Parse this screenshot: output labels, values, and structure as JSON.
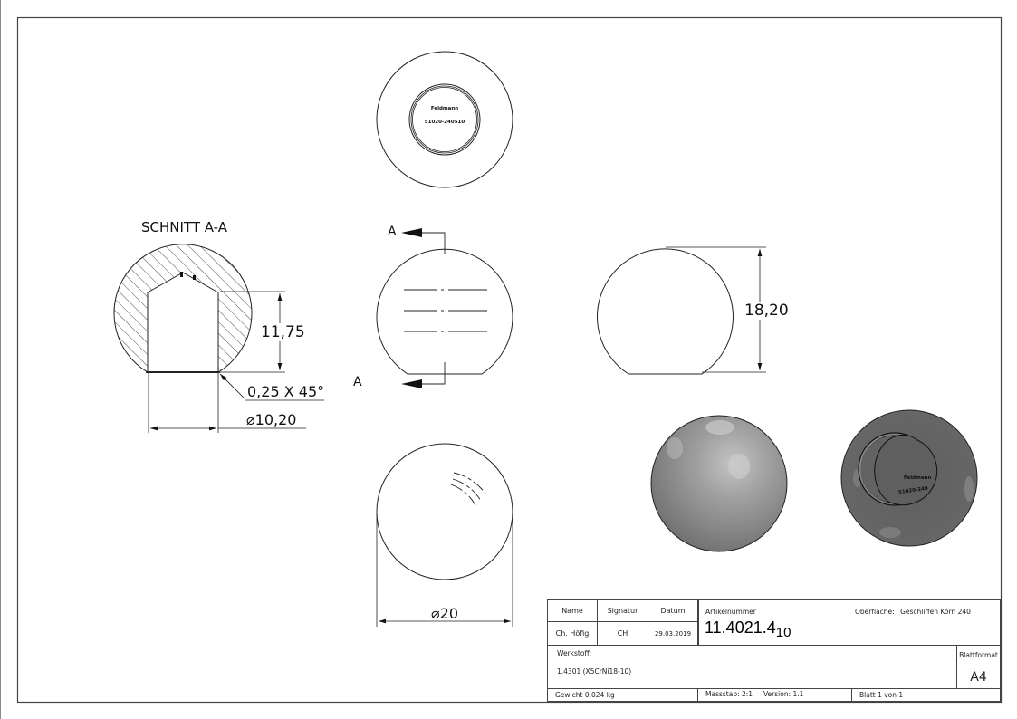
{
  "drawing": {
    "top_view": {
      "engraving_line1": "Feldmann",
      "engraving_line2": "51020-240510"
    },
    "section": {
      "title": "SCHNITT A-A",
      "dim_depth": "11,75",
      "dim_chamfer": "0,25 X 45°",
      "dim_bore": "⌀10,20"
    },
    "front_view": {
      "section_label_top": "A",
      "section_label_bottom": "A"
    },
    "side_view": {
      "dim_height": "18,20"
    },
    "bottom_view": {
      "dim_diameter": "⌀20"
    },
    "iso_views": {
      "engraving_line1": "Feldmann",
      "engraving_line2": "51020-240"
    }
  },
  "title_block": {
    "headers": {
      "name": "Name",
      "signature": "Signatur",
      "date": "Datum"
    },
    "name": "Ch. Höfig",
    "signature": "CH",
    "date": "29.03.2019",
    "article_label": "Artikelnummer",
    "article_number": "11.4021.4",
    "article_suffix": "10",
    "surface_label": "Oberfläche:",
    "surface_value": "Geschliffen Korn 240",
    "material_label": "Werkstoff:",
    "material_value": "1.4301 (X5CrNi18-10)",
    "sheet_format_label": "Blattformat",
    "sheet_format_value": "A4",
    "weight": "Gewicht 0.024 kg",
    "scale": "Massstab: 2:1",
    "version": "Version: 1.1",
    "sheet": "Blatt 1 von 1"
  },
  "colors": {
    "line": "#111111",
    "frame": "#444444",
    "shaded_light": "#a8a8a8",
    "shaded_dark": "#6e6e6e"
  }
}
